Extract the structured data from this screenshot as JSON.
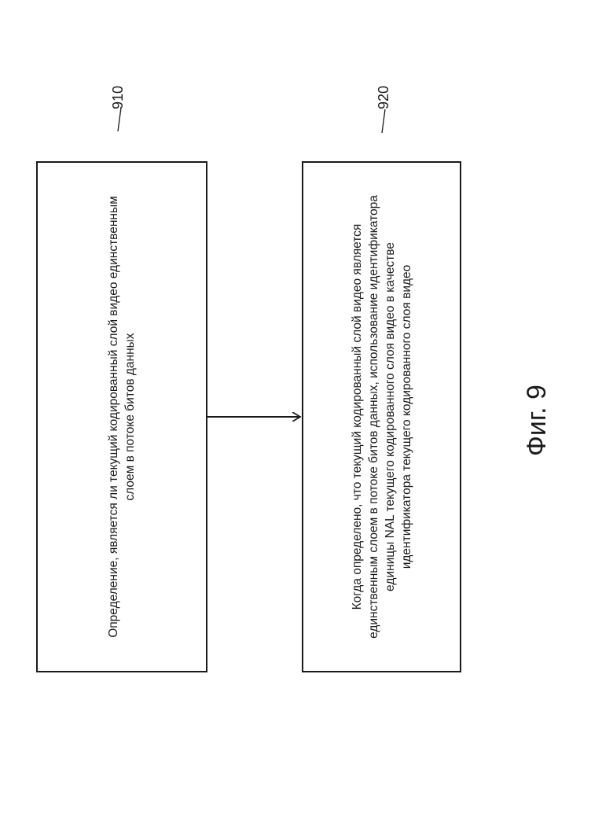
{
  "diagram": {
    "box1": {
      "text": "Определение, является ли текущий кодированный слой видео единственным слоем в потоке битов данных"
    },
    "box2": {
      "text": "Когда определено, что текущий кодированный слой видео является единственным слоем в потоке битов данных, использование  идентификатора единицы NAL текущего кодированного слоя видео в качестве идентификатора текущего кодированного слоя видео"
    },
    "ref1": "910",
    "ref2": "920",
    "caption": "Фиг. 9"
  }
}
